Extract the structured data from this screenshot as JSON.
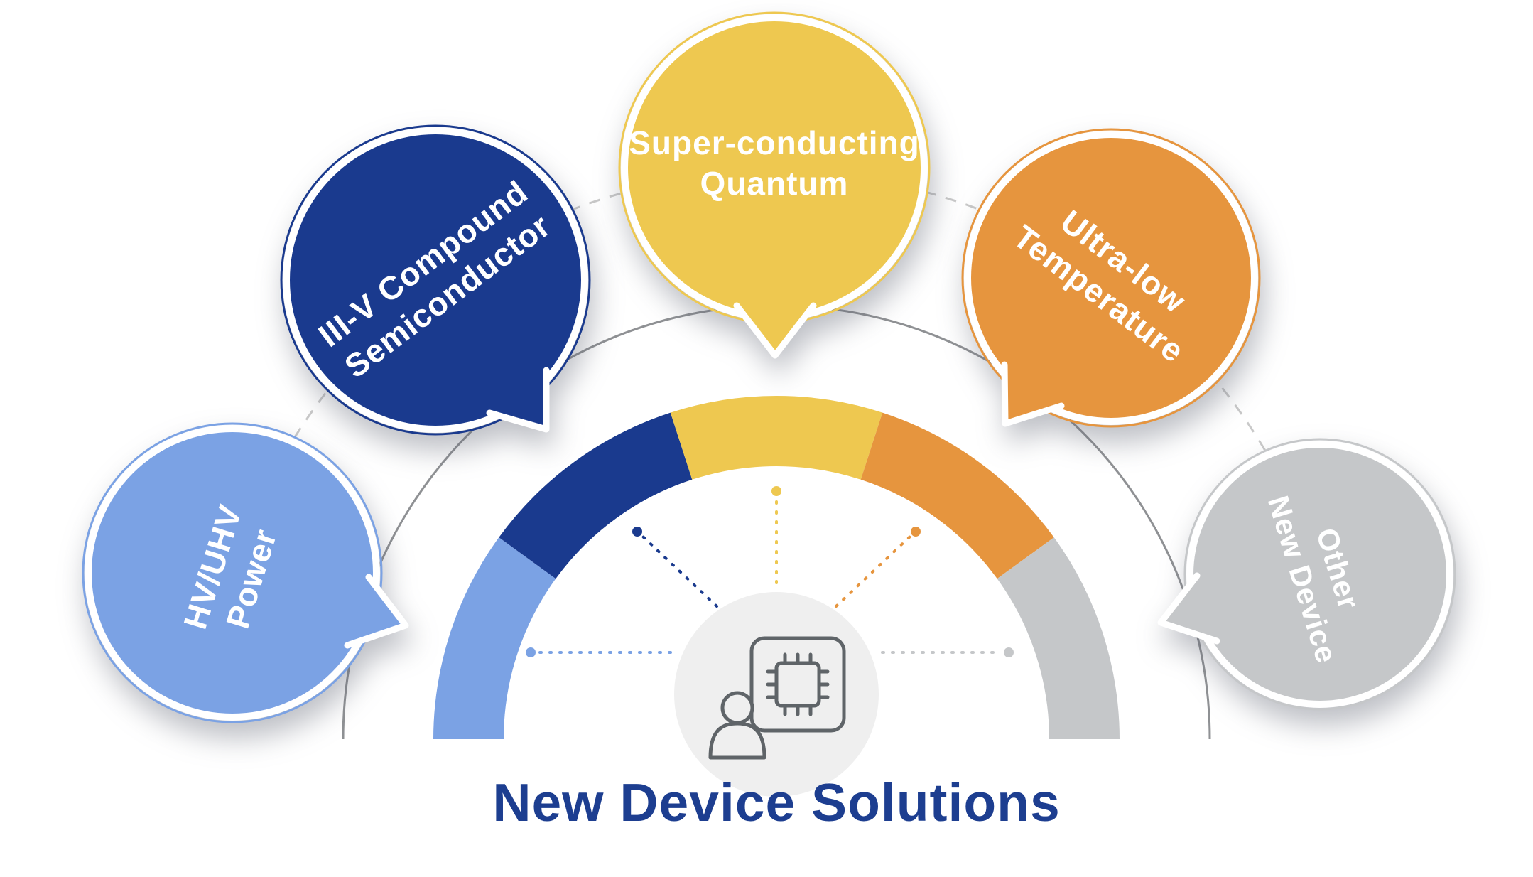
{
  "title": "New Device Solutions",
  "items": [
    {
      "id": "hv-uhv-power",
      "line1": "HV/UHV",
      "line2": "Power",
      "color": "#7ba2e4"
    },
    {
      "id": "iii-v-compound-semiconductor",
      "line1": "III-V Compound",
      "line2": "Semiconductor",
      "color": "#1a3a8e"
    },
    {
      "id": "super-conducting-quantum",
      "line1": "Super-conducting",
      "line2": "Quantum",
      "color": "#eec850"
    },
    {
      "id": "ultra-low-temperature",
      "line1": "Ultra-low",
      "line2": "Temperature",
      "color": "#e6953e"
    },
    {
      "id": "other-new-device",
      "line1": "Other",
      "line2": "New Device",
      "color": "#c5c7c9"
    }
  ],
  "colors": {
    "background": "#ffffff",
    "title": "#1d3e90",
    "bubble_text": "#ffffff",
    "bubble_ring": "#ffffff",
    "dashed_arc": "#c9c9c9",
    "solid_arc": "#8f9194",
    "center_circle": "#efefef",
    "icon": "#5f6468"
  },
  "center_icon": "person-chip-icon"
}
